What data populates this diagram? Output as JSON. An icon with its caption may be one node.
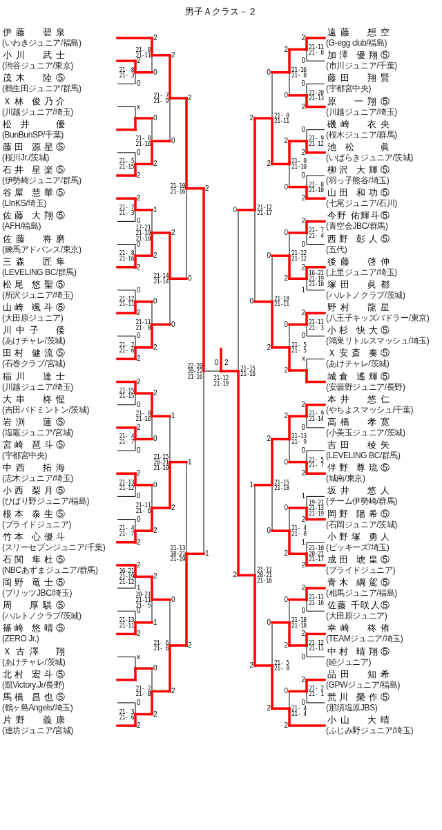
{
  "diagram": {
    "title": "男子Ａクラス－２",
    "nodes": [
      {
        "text": [
          "伊藤　碧泉"
        ],
        "beside": [
          "(いわきジュニア/福島)"
        ]
      },
      {
        "text": [
          "小川　武士"
        ],
        "beside": [
          "(渋谷ジュニア/東京)"
        ]
      },
      {
        "text": [
          "茂木　陸⑤"
        ],
        "beside": [
          "(鶴生田ジュニア/群馬)"
        ]
      },
      {
        "text": [
          "Ｘ林 俊乃介"
        ],
        "beside": [
          "(川越ジュニア/埼玉)"
        ]
      },
      {
        "text": [
          "松井　優"
        ],
        "beside": [
          "(BunBunSP/千葉)"
        ]
      },
      {
        "text": [
          "藤田 源星⑤"
        ],
        "beside": [
          "(桜川Jr./茨城)"
        ]
      },
      {
        "text": [
          "石井 星楽⑤"
        ],
        "beside": [
          "(伊勢崎ジュニア/群馬)"
        ]
      },
      {
        "text": [
          "谷屋 慧華⑤"
        ],
        "beside": [
          "(LInKS/埼玉)"
        ]
      },
      {
        "text": [
          "佐藤 大翔⑤"
        ],
        "beside": [
          "(AFH/福島)"
        ]
      },
      {
        "text": [
          "佐藤　将磨"
        ],
        "beside": [
          "(練馬アドバンス/東京)"
        ]
      },
      {
        "text": [
          "三森　匠隼"
        ],
        "beside": [
          "(LEVELING BC/群馬)"
        ]
      },
      {
        "text": [
          "松尾 悠聖⑤"
        ],
        "beside": [
          "(所沢ジュニア/埼玉)"
        ]
      },
      {
        "text": [
          "山崎 颯斗⑤"
        ],
        "beside": [
          "(大田原ジュニア)"
        ]
      },
      {
        "text": [
          "川中子　倭"
        ],
        "beside": [
          "(あけチャレ/茨城)"
        ]
      },
      {
        "text": [
          "田村 健流⑤"
        ],
        "beside": [
          "(石巻クラブ/宮城)"
        ]
      },
      {
        "text": [
          "稲川　達士"
        ],
        "beside": [
          "(川越ジュニア/埼玉)"
        ]
      },
      {
        "text": [
          "大串　柊惺"
        ],
        "beside": [
          "(吉田バドミントン/茨城)"
        ]
      },
      {
        "text": [
          "岩渕　蓮⑤"
        ],
        "beside": [
          "(塩竈ジュニア/宮城)"
        ]
      },
      {
        "text": [
          "宮崎 琶斗⑤"
        ],
        "beside": [
          "(宇都宮中央)"
        ]
      },
      {
        "text": [
          "中西　拓海"
        ],
        "beside": [
          "(志木ジュニア/埼玉)"
        ]
      },
      {
        "text": [
          "小西 梨月⑤"
        ],
        "beside": [
          "(ひばり野ジュニア/福島)"
        ]
      },
      {
        "text": [
          "根本 泰生⑤"
        ],
        "beside": [
          "(プライドジュニア)"
        ]
      },
      {
        "text": [
          "竹本 心優斗"
        ],
        "beside": [
          "(スリーセブンジュニア/千葉)"
        ]
      },
      {
        "text": [
          "石関 隼杜⑤"
        ],
        "beside": [
          "(NBCあずまジュニア/群馬)"
        ]
      },
      {
        "text": [
          "岡野 竜士⑤"
        ],
        "beside": [
          "(ブリッツJBC/埼玉)"
        ]
      },
      {
        "text": [
          "周　厚騏⑤"
        ],
        "beside": [
          "(ハルトノクラブ/茨城)"
        ]
      },
      {
        "text": [
          "篠崎 悠晴⑤"
        ],
        "beside": [
          "(ZERO Jr.)"
        ]
      },
      {
        "text": [
          "Ｘ古澤　翔"
        ],
        "beside": [
          "(あけチャレ/茨城)"
        ]
      },
      {
        "text": [
          "北村 宏斗⑤"
        ],
        "beside": [
          "(凱Victory.Jr/長野)"
        ]
      },
      {
        "text": [
          "馬橋 昌也⑤"
        ],
        "beside": [
          "(鶴ヶ島Angels/埼玉)"
        ]
      },
      {
        "text": [
          "片野　義康"
        ],
        "beside": [
          "(連坊ジュニア/宮城)"
        ]
      },
      {
        "text": [
          "遠藤　想空"
        ],
        "beside": [
          "(G-egg club/福島)"
        ]
      },
      {
        "text": [
          "加澤 優翔⑤"
        ],
        "beside": [
          "(市川ジュニア/千葉)"
        ]
      },
      {
        "text": [
          "藤田　翔賢"
        ],
        "beside": [
          "(宇都宮中央)"
        ]
      },
      {
        "text": [
          "原　一翔⑤"
        ],
        "beside": [
          "(川越ジュニア/埼玉)"
        ]
      },
      {
        "text": [
          "磯崎　衣央"
        ],
        "beside": [
          "(桜木ジュニア/群馬)"
        ]
      },
      {
        "text": [
          "池松　眞"
        ],
        "beside": [
          "(いばらきジュニア/茨城)"
        ]
      },
      {
        "text": [
          "柳沢 大輝⑤"
        ],
        "beside": [
          "(羽っ子熊谷/埼玉)"
        ]
      },
      {
        "text": [
          "山田 和功⑤"
        ],
        "beside": [
          "(七尾ジュニア/石川)"
        ]
      },
      {
        "text": [
          "今野 佑輝斗⑤"
        ],
        "beside": [
          "(青空会JBC/群馬)"
        ]
      },
      {
        "text": [
          "西野 彰人⑤"
        ],
        "beside": [
          "(五代)"
        ]
      },
      {
        "text": [
          "後藤　啓伸"
        ],
        "beside": [
          "(上里ジュニア/埼玉)"
        ]
      },
      {
        "text": [
          "塚田　眞都"
        ],
        "beside": [
          "(ハルトノクラブ/茨城)"
        ]
      },
      {
        "text": [
          "野村　龍星"
        ],
        "beside": [
          "(八王子キッズバドラー/東京)"
        ]
      },
      {
        "text": [
          "小杉 快大⑤"
        ],
        "beside": [
          "(鴻巣リトルスマッシュ/埼玉)"
        ]
      },
      {
        "text": [
          "Ｘ安斎 奏⑤"
        ],
        "beside": [
          "(あけチャレ/茨城)"
        ]
      },
      {
        "text": [
          "城倉 遙輝⑤"
        ],
        "beside": [
          "(安曇野ジュニア/長野)"
        ]
      },
      {
        "text": [
          "本井　悠仁"
        ],
        "beside": [
          "(やちよスマッシュ/千葉)"
        ]
      },
      {
        "text": [
          "高橋　孝寛"
        ],
        "beside": [
          "(小美玉ジュニア/茨城)"
        ]
      },
      {
        "text": [
          "吉田　稜矢"
        ],
        "beside": [
          "(LEVELING BC/群馬)"
        ]
      },
      {
        "text": [
          "伴野 尊琉⑤"
        ],
        "beside": [
          "(城南/東京)"
        ]
      },
      {
        "text": [
          "坂井　悠人"
        ],
        "beside": [
          "(チーム伊勢崎/群馬)"
        ]
      },
      {
        "text": [
          "岡野 陽希⑤"
        ],
        "beside": [
          "(石岡ジュニア/茨城)"
        ]
      },
      {
        "text": [
          "小野塚 勇人"
        ],
        "beside": [
          "(ピッキーズ/埼玉)"
        ]
      },
      {
        "text": [
          "成田 琥皇⑤"
        ],
        "beside": [
          "(プライドジュニア)"
        ]
      },
      {
        "text": [
          "青木 綱駕⑤"
        ],
        "beside": [
          "(相馬ジュニア/福島)"
        ]
      },
      {
        "text": [
          "佐藤 千咲人⑤"
        ],
        "beside": [
          "(大田原ジュニア)"
        ]
      },
      {
        "text": [
          "幸崎　柊侑"
        ],
        "beside": [
          "(TEAMジュニア/埼玉)"
        ]
      },
      {
        "text": [
          "中村 晴翔⑤"
        ],
        "beside": [
          "(睦ジュニア)"
        ]
      },
      {
        "text": [
          "品田　知希"
        ],
        "beside": [
          "(GPWジュニア/福島)"
        ]
      },
      {
        "text": [
          "荒川 榮作⑤"
        ],
        "beside": [
          "(那須塩原JBS)"
        ]
      },
      {
        "text": [
          "小山　大晴"
        ],
        "beside": [
          "(ふじみ野ジュニア/埼玉)"
        ]
      }
    ],
    "labels": [
      "21- 8",
      "21- 3",
      "2",
      "0",
      "21- 8",
      "21-11",
      "2",
      "0",
      "x",
      "21- 5",
      "21-15",
      "0",
      "2",
      "21- 8",
      "21-16",
      "0",
      "2",
      "21- 7",
      "21- 9",
      "2",
      "0",
      "21- 7",
      "21- 3",
      "2",
      "0",
      "21- 8",
      "21-16",
      "0",
      "2",
      "17-21",
      "21-19",
      "21-10",
      "1",
      "2",
      "21-12",
      "21-11",
      "0",
      "2",
      "21- 2",
      "21- 6",
      "0",
      "2",
      "21-11",
      "21- 8",
      "0",
      "2",
      "21-14",
      "21-14",
      "2",
      "0",
      "21-10",
      "21-16",
      "2",
      "0",
      "21-15",
      "21-15",
      "2",
      "0",
      "21- 4",
      "21- 7",
      "2",
      "0",
      "21- 8",
      "21-16",
      "2",
      "0",
      "21-13",
      "21-12",
      "2",
      "0",
      "21- 4",
      "21- 7",
      "0",
      "2",
      "21-11",
      "21- 6",
      "0",
      "2",
      "21-15",
      "20-21",
      "21-19",
      "1",
      "2",
      "16-21",
      "21-19",
      "21-12",
      "2",
      "1",
      "21-13",
      "21-11",
      "0",
      "2",
      "20-21",
      "21-11",
      "21- 5",
      "2",
      "1",
      "x",
      "21- 3",
      "21- 6",
      "0",
      "2",
      "21- 2",
      "21- 0",
      "0",
      "2",
      "21- 6",
      "21- 6",
      "0",
      "2",
      "21-13",
      "18-21",
      "21-19",
      "1",
      "2",
      "22-20",
      "20-22",
      "21-16",
      "2",
      "1",
      "21-11",
      "21- 8",
      "2",
      "0",
      "21-20",
      "21-13",
      "0",
      "2",
      "21-16",
      "21- 8",
      "2",
      "0",
      "21- 9",
      "21-12",
      "0",
      "2",
      "21- 8",
      "21-10",
      "0",
      "2",
      "21- 9",
      "21-10",
      "2",
      "0",
      "21- 8",
      "21-11",
      "0",
      "2",
      "21- 7",
      "21- 4",
      "2",
      "0",
      "16-21",
      "21-19",
      "21-10",
      "2",
      "1",
      "21-12",
      "21-12",
      "0",
      "2",
      "21-11",
      "21- 3",
      "2",
      "0",
      "x",
      "21- 5",
      "21- 5",
      "0",
      "2",
      "21-18",
      "21-11",
      "0",
      "2",
      "21-12",
      "21-17",
      "2",
      "0",
      "21- 9",
      "21-14",
      "2",
      "0",
      "21- 5",
      "21- 7",
      "0",
      "2",
      "21-13",
      "21- 9",
      "2",
      "0",
      "19-21",
      "21-13",
      "21-19",
      "1",
      "2",
      "21-10",
      "20-21",
      "21-17",
      "1",
      "2",
      "21- 4",
      "21- 8",
      "0",
      "2",
      "21-15",
      "21-18",
      "2",
      "0",
      "21-11",
      "21-16",
      "2",
      "0",
      "21-12",
      "21-11",
      "2",
      "0",
      "21-18",
      "21-18",
      "0",
      "2",
      "21- 2",
      "21- 1",
      "2",
      "0",
      "21- 4",
      "21- 4",
      "0",
      "2",
      "21- 5",
      "21- 8",
      "0",
      "2",
      "21-11",
      "20-21",
      "21-16",
      "1",
      "2",
      "21-15",
      "21-16",
      "0",
      "2",
      "21-12",
      "21-19",
      "0",
      "2"
    ]
  }
}
